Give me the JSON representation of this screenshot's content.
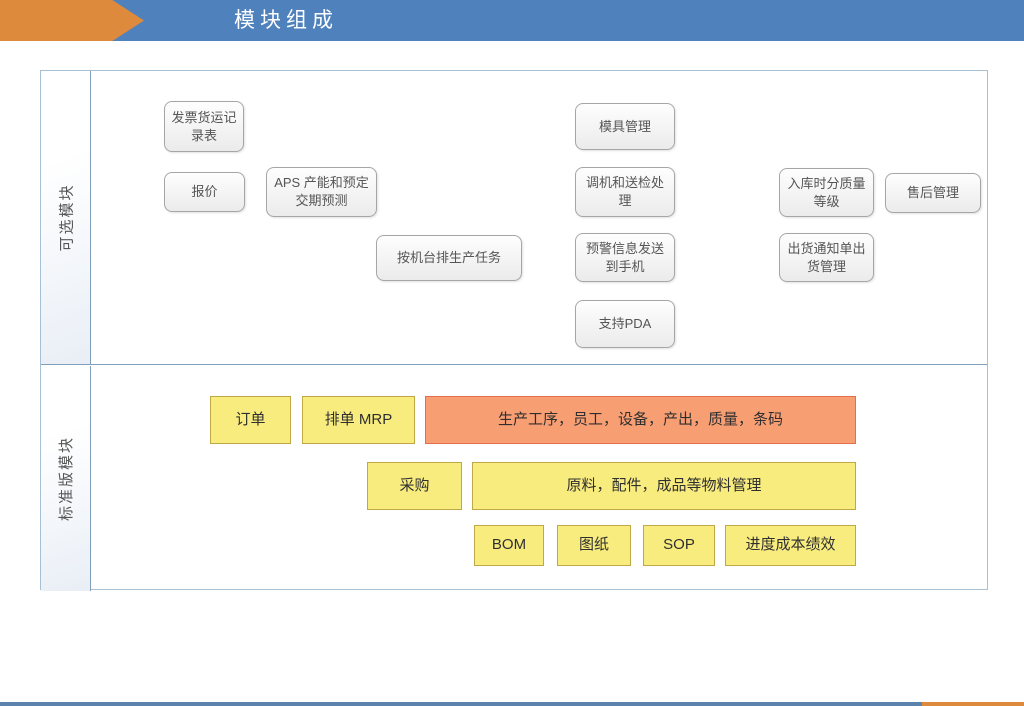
{
  "header": {
    "title": "模块组成"
  },
  "colors": {
    "header_blue": "#4f81bd",
    "header_orange": "#dd8a3d",
    "gray_box_border": "#a6a6a6",
    "yellow_fill": "#f8ec7f",
    "yellow_border": "#bfa846",
    "salmon_fill": "#f89e73",
    "salmon_border": "#e0714a",
    "frame_border": "#a7c0d4"
  },
  "diagram": {
    "optional": {
      "label": "可选模块",
      "boxes": [
        {
          "text": "发票货运记录表"
        },
        {
          "text": "报价"
        },
        {
          "text": "APS 产能和预定交期预测"
        },
        {
          "text": "按机台排生产任务"
        },
        {
          "text": "模具管理"
        },
        {
          "text": "调机和送检处理"
        },
        {
          "text": "预警信息发送到手机"
        },
        {
          "text": "支持PDA"
        },
        {
          "text": "入库时分质量等级"
        },
        {
          "text": "售后管理"
        },
        {
          "text": "出货通知单出货管理"
        }
      ]
    },
    "standard": {
      "label": "标准版模块",
      "boxes": [
        {
          "text": "订单"
        },
        {
          "text": "排单 MRP"
        },
        {
          "text": "生产工序，员工，设备，产出，质量，条码"
        },
        {
          "text": "采购"
        },
        {
          "text": "原料，配件，成品等物料管理"
        },
        {
          "text": "BOM"
        },
        {
          "text": "图纸"
        },
        {
          "text": "SOP"
        },
        {
          "text": "进度成本绩效"
        }
      ]
    }
  }
}
